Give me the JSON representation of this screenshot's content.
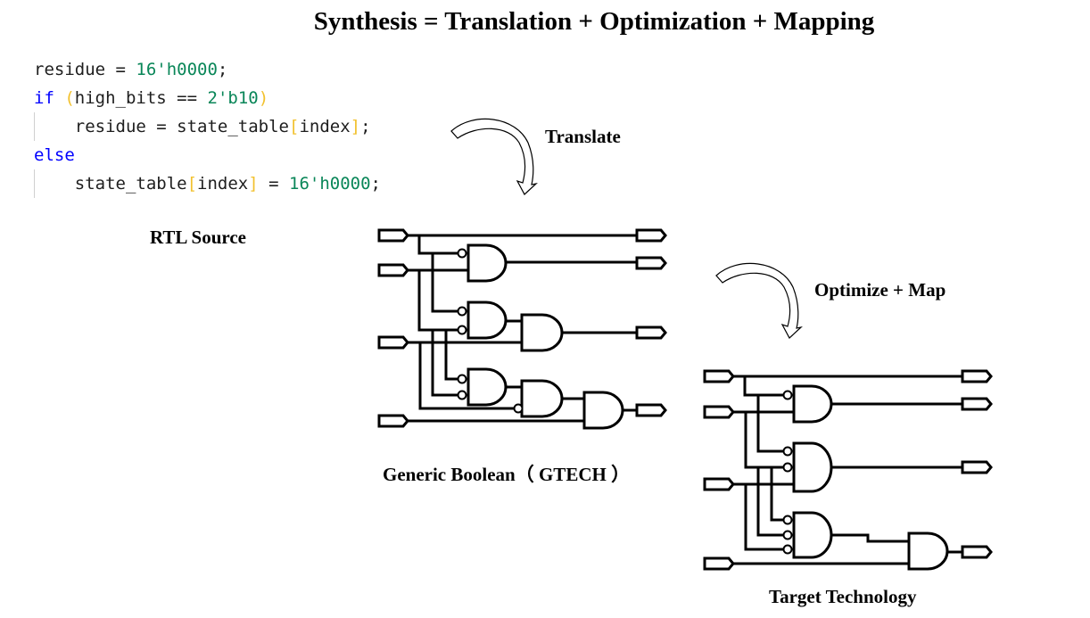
{
  "title": "Synthesis = Translation + Optimization + Mapping",
  "code": {
    "lines": [
      {
        "tokens": [
          {
            "t": "residue = ",
            "c": "plain"
          },
          {
            "t": "16'h0000",
            "c": "num"
          },
          {
            "t": ";",
            "c": "plain"
          }
        ],
        "indent": false
      },
      {
        "tokens": [
          {
            "t": "if",
            "c": "kw"
          },
          {
            "t": " ",
            "c": "plain"
          },
          {
            "t": "(",
            "c": "br"
          },
          {
            "t": "high_bits == ",
            "c": "plain"
          },
          {
            "t": "2'b10",
            "c": "num"
          },
          {
            "t": ")",
            "c": "br"
          }
        ],
        "indent": false
      },
      {
        "tokens": [
          {
            "t": "    residue = state_table",
            "c": "plain"
          },
          {
            "t": "[",
            "c": "br"
          },
          {
            "t": "index",
            "c": "plain"
          },
          {
            "t": "]",
            "c": "br"
          },
          {
            "t": ";",
            "c": "plain"
          }
        ],
        "indent": true
      },
      {
        "tokens": [
          {
            "t": "else",
            "c": "kw"
          }
        ],
        "indent": false
      },
      {
        "tokens": [
          {
            "t": "    state_table",
            "c": "plain"
          },
          {
            "t": "[",
            "c": "br"
          },
          {
            "t": "index",
            "c": "plain"
          },
          {
            "t": "]",
            "c": "br"
          },
          {
            "t": " = ",
            "c": "plain"
          },
          {
            "t": "16'h0000",
            "c": "num"
          },
          {
            "t": ";",
            "c": "plain"
          }
        ],
        "indent": true
      }
    ]
  },
  "labels": {
    "rtl_source": "RTL Source",
    "translate": "Translate",
    "optimize_map": "Optimize + Map",
    "generic_boolean": "Generic Boolean（ GTECH ）",
    "target_technology": "Target Technology"
  },
  "colors": {
    "keyword": "#0000ff",
    "number": "#098658",
    "bracket": "#f2c12e",
    "text": "#1e1e1e",
    "wire": "#000000"
  }
}
